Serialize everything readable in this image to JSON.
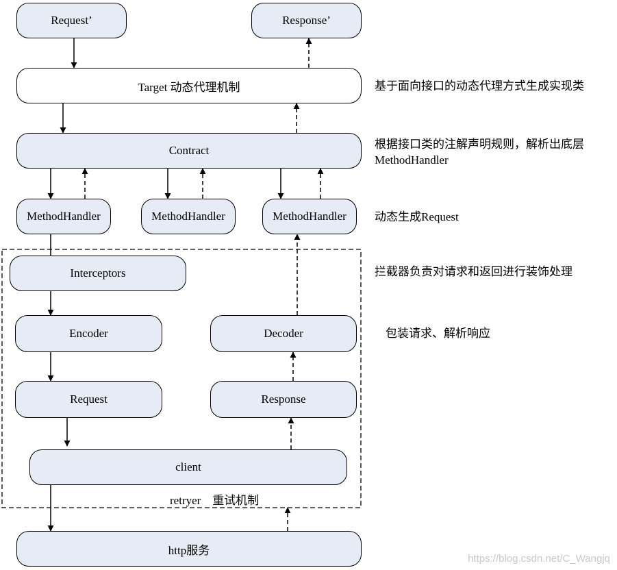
{
  "nodes": {
    "request_prime": "Request’",
    "response_prime": "Response’",
    "target": "Target 动态代理机制",
    "contract": "Contract",
    "mh1": "MethodHandler",
    "mh2": "MethodHandler",
    "mh3": "MethodHandler",
    "interceptors": "Interceptors",
    "encoder": "Encoder",
    "decoder": "Decoder",
    "request": "Request",
    "response": "Response",
    "client": "client",
    "http": "http服务"
  },
  "retryer_label": "retryer    重试机制",
  "notes": {
    "target": "基于面向接口的动态代理方式生成实现类",
    "contract_line1": "根据接口类的注解声明规则，解析出底层",
    "contract_line2": "MethodHandler",
    "methodhandler": "动态生成Request",
    "interceptors": "拦截器负责对请求和返回进行装饰处理",
    "codec": "包装请求、解析响应"
  },
  "watermark": "https://blog.csdn.net/C_Wangjq",
  "colors": {
    "box_fill": "#e6ebf5",
    "line": "#000000",
    "watermark": "#c8c8c8"
  }
}
